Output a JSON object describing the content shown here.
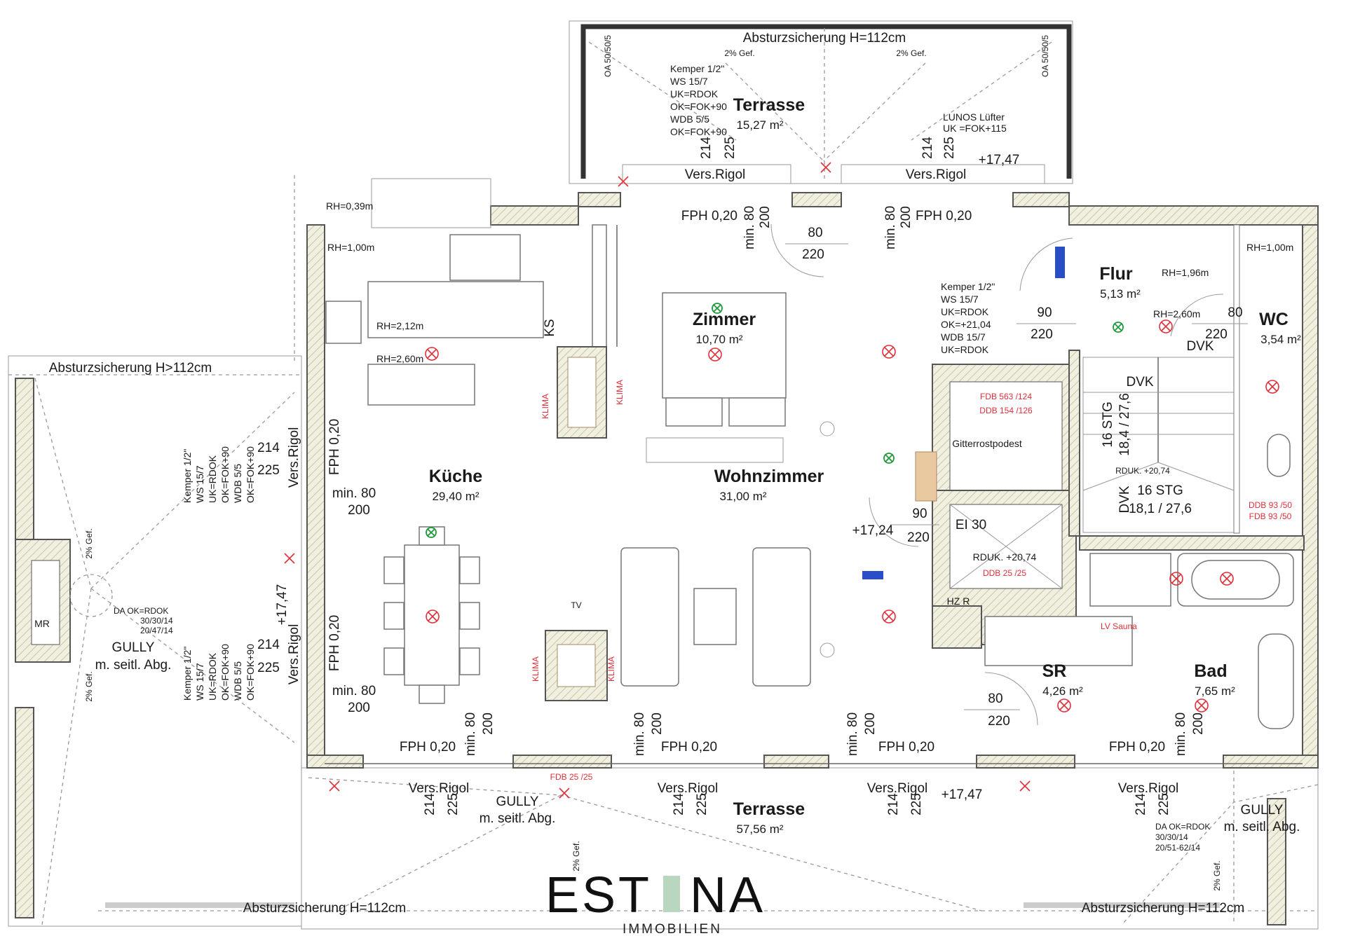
{
  "rooms": [
    {
      "name": "Terrasse",
      "area": "15,27 m²"
    },
    {
      "name": "Zimmer",
      "area": "10,70 m²"
    },
    {
      "name": "Küche",
      "area": "29,40 m²"
    },
    {
      "name": "Wohnzimmer",
      "area": "31,00 m²"
    },
    {
      "name": "Flur",
      "area": "5,13 m²"
    },
    {
      "name": "WC",
      "area": "3,54 m²"
    },
    {
      "name": "SR",
      "area": "4,26 m²"
    },
    {
      "name": "Bad",
      "area": "7,65 m²"
    },
    {
      "name": "Terrasse",
      "area": "57,56 m²"
    }
  ],
  "railings": {
    "top": "Absturzsicherung H=112cm",
    "left": "Absturzsicherung H>112cm",
    "bottom_left": "Absturzsicherung H=112cm",
    "bottom_right": "Absturzsicherung H=112cm"
  },
  "gullies": [
    {
      "label": "GULLY",
      "sub": "m. seitl. Abg.",
      "da": [
        "DA OK=RDOK",
        "30/30/14",
        "20/47/14"
      ]
    },
    {
      "label": "GULLY",
      "sub": "m. seitl. Abg."
    },
    {
      "label": "GULLY",
      "sub": "m. seitl. Abg.",
      "da": [
        "DA OK=RDOK",
        "30/30/14",
        "20/51-62/14"
      ]
    }
  ],
  "slopes": [
    "2% Gef.",
    "2% Gef.",
    "2% Gef.",
    "2% Gef.",
    "2% Gef.",
    "2% Gef."
  ],
  "openings": [
    "OA 50/50/5",
    "OA 50/50/5"
  ],
  "kemper_terrasse": [
    "Kemper 1/2\"",
    "WS 15/7",
    "UK=RDOK",
    "OK=FOK+90",
    "WDB 5/5",
    "OK=FOK+90"
  ],
  "kemper_flur": [
    "Kemper 1/2\"",
    "WS 15/7",
    "UK=RDOK",
    "OK=+21,04",
    "WDB 15/7",
    "UK=RDOK"
  ],
  "kemper_left": [
    "Kemper 1/2\"",
    "WS 15/7",
    "UK=RDOK",
    "OK=FOK+90",
    "WDB 5/5",
    "OK=FOK+90"
  ],
  "lunos": [
    "LUNOS Lüfter",
    "UK =FOK+115"
  ],
  "windows": {
    "fph": "FPH 0,20",
    "rigol": "Vers.Rigol",
    "h214": "214",
    "h225": "225",
    "min80": "min. 80",
    "h200": "200"
  },
  "doors": [
    {
      "w": "80",
      "h": "220"
    },
    {
      "w": "90",
      "h": "220"
    },
    {
      "w": "80",
      "h": "220"
    },
    {
      "w": "90",
      "h": "220"
    },
    {
      "w": "80",
      "h": "220"
    }
  ],
  "heights": {
    "rh039": "RH=0,39m",
    "rh100a": "RH=1,00m",
    "rh212": "RH=2,12m",
    "rh260a": "RH=2,60m",
    "rh196": "RH=1,96m",
    "rh260b": "RH=2,60m",
    "rh100b": "RH=1,00m"
  },
  "levels": {
    "l1747": "+17,47",
    "l1724": "+17,24"
  },
  "misc": {
    "ks": "KS",
    "dvk": "DVK",
    "stg1": "16 STG",
    "stg1_dim": "18,4 / 27,6",
    "stg2": "16 STG",
    "stg2_dim": "18,1 / 27,6",
    "rduk_stair": "RDUK. +20,74",
    "gitter": "Gitterrostpodest",
    "ei30": "EI 30",
    "rduk": "RDUK. +20,74",
    "hzr": "HZ R",
    "mr": "MR",
    "kuma": "KLIMA",
    "tv": "TV",
    "fdb1": "FDB 563 /124",
    "ddb1": "DDB 154 /126",
    "ddb2": "DDB 93 /50",
    "fdb2": "FDB 93 /50",
    "ddb3": "DDB 25 /25",
    "fdb3": "FDB 25 /25",
    "lv": "LV Sauna"
  },
  "logo": {
    "left": "EST",
    "right": "NA",
    "sub": "IMMOBILIEN",
    "green": "#b9d6be"
  },
  "colors": {
    "electrical": "#e0303a",
    "wall_hatch": "#f1efdf",
    "accent_green": "#1e9a3a"
  }
}
